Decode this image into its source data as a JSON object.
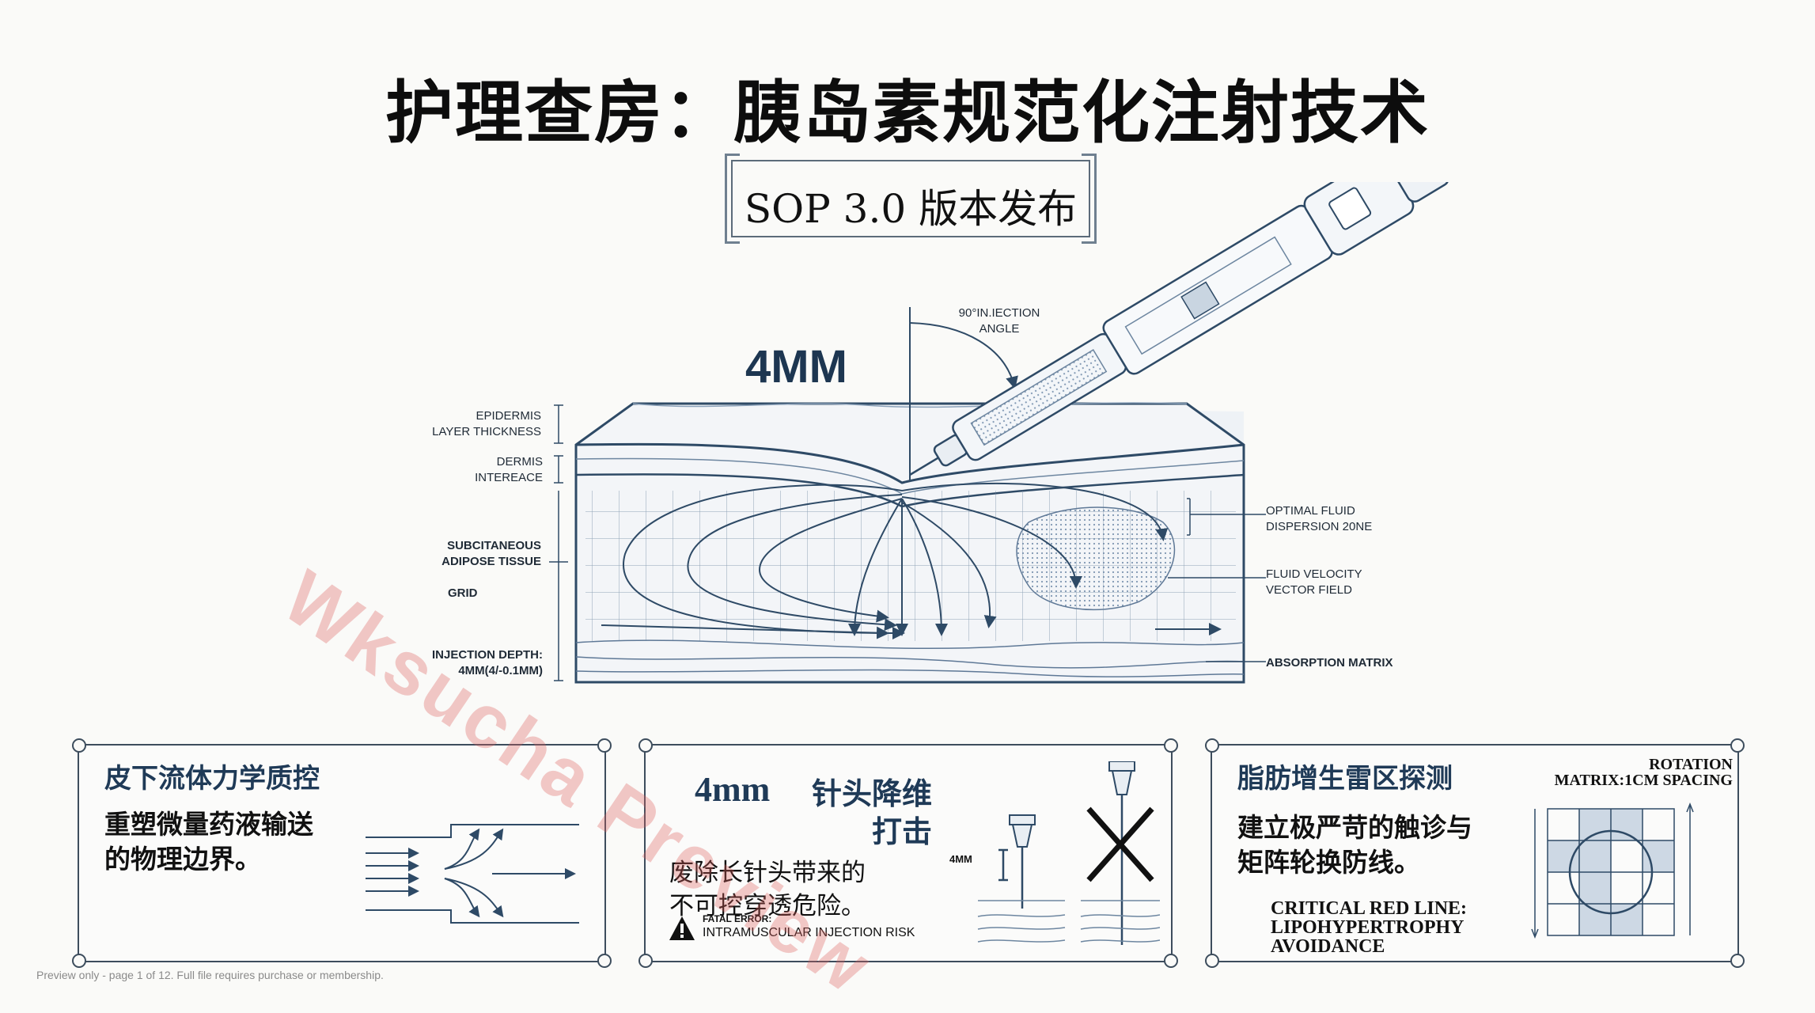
{
  "title": "护理查房：胰岛素规范化注射技术",
  "sop_label": "SOP 3.0 版本发布",
  "diagram": {
    "depth_label": "4MM",
    "angle_label_line1": "90°IN.IECTION",
    "angle_label_line2": "ANGLE",
    "left_labels": {
      "epidermis_1": "EPIDERMIS",
      "epidermis_2": "LAYER THICKNESS",
      "dermis_1": "DERMIS",
      "dermis_2": "INTEREACE",
      "subq_1": "SUBCITANEOUS",
      "subq_2": "ADIPOSE TISSUE",
      "grid": "GRID",
      "depth_1": "INJECTION DEPTH:",
      "depth_2": "4MM(4/-0.1MM)"
    },
    "right_labels": {
      "dispersion_1": "OPTIMAL FLUID",
      "dispersion_2": "DISPERSION 20NE",
      "velocity_1": "FLUID VELOCITY",
      "velocity_2": "VECTOR FIELD",
      "absorption": "ABSORPTION MATRIX"
    }
  },
  "panel1": {
    "title": "皮下流体力学质控",
    "body_line1": "重塑微量药液输送",
    "body_line2": "的物理边界。"
  },
  "panel2": {
    "heading_mm": "4mm",
    "heading_cn1": "针头降维",
    "heading_cn2": "打击",
    "body_line1": "废除长针头带来的",
    "body_line2": "不可控穿透危险。",
    "warning_small": "FATAL ERROR:",
    "warning_text": "INTRAMUSCULAR INJECTION RISK",
    "needle_label": "4MM"
  },
  "panel3": {
    "title": "脂肪增生雷区探测",
    "body_line1": "建立极严苛的触诊与",
    "body_line2": "矩阵轮换防线。",
    "red_line_1": "CRITICAL RED LINE:",
    "red_line_2": "LIPOHYPERTROPHY",
    "red_line_3": "AVOIDANCE",
    "rotation_1": "ROTATION",
    "rotation_2": "MATRIX:1CM SPACING"
  },
  "footer": "Preview only - page 1 of 12. Full file requires purchase or membership.",
  "watermark": "Wksucha Preview",
  "colors": {
    "ink": "#1d3651",
    "line": "#2e4a66",
    "watermark": "#de5f5a",
    "fluid": "#9fb4cc"
  }
}
